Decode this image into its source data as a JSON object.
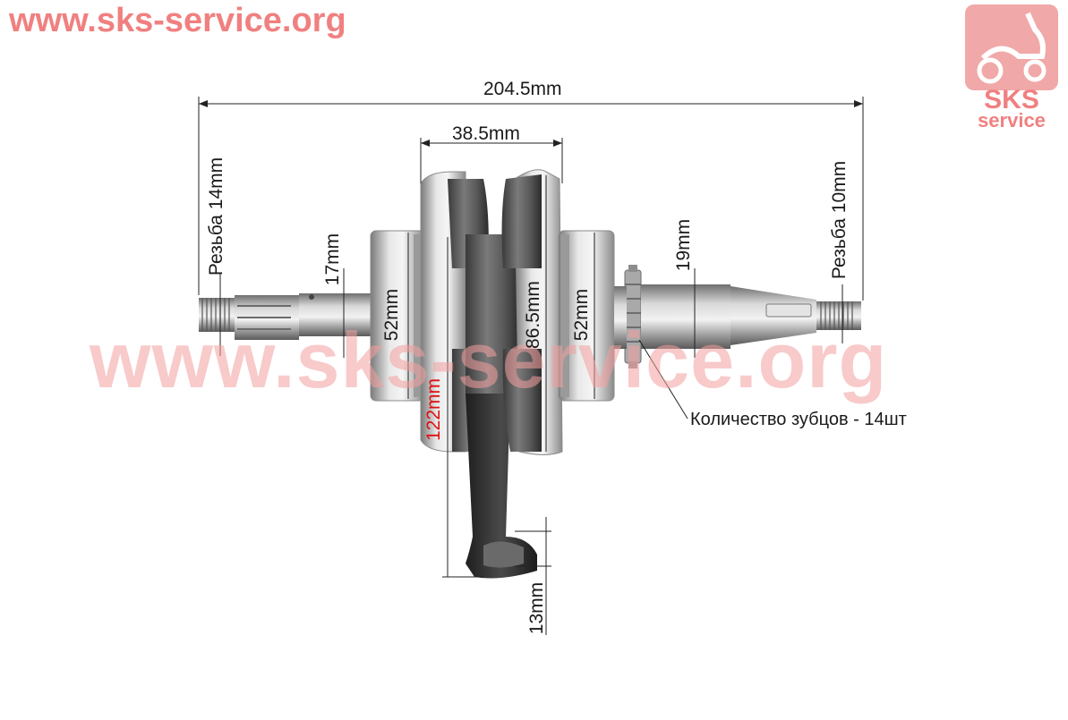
{
  "watermark": {
    "top_text": "www.sks-service.org",
    "center_text": "www.sks-service.org",
    "logo_line1": "SKS",
    "logo_line2": "service"
  },
  "dimensions": {
    "overall_length": "204.5mm",
    "web_width": "38.5mm",
    "thread_left": "Резьба 14mm",
    "thread_right": "Резьба 10mm",
    "shaft_left": "17mm",
    "shaft_right": "19mm",
    "bearing_left": "52mm",
    "bearing_right": "52mm",
    "flywheel_diameter": "86.5mm",
    "rod_length": "122mm",
    "small_end": "13mm",
    "teeth_count": "Количество зубцов - 14шт"
  },
  "colors": {
    "watermark": "#f08080",
    "dimension_text": "#1a1a1a",
    "rod_length_text": "#e01010"
  }
}
